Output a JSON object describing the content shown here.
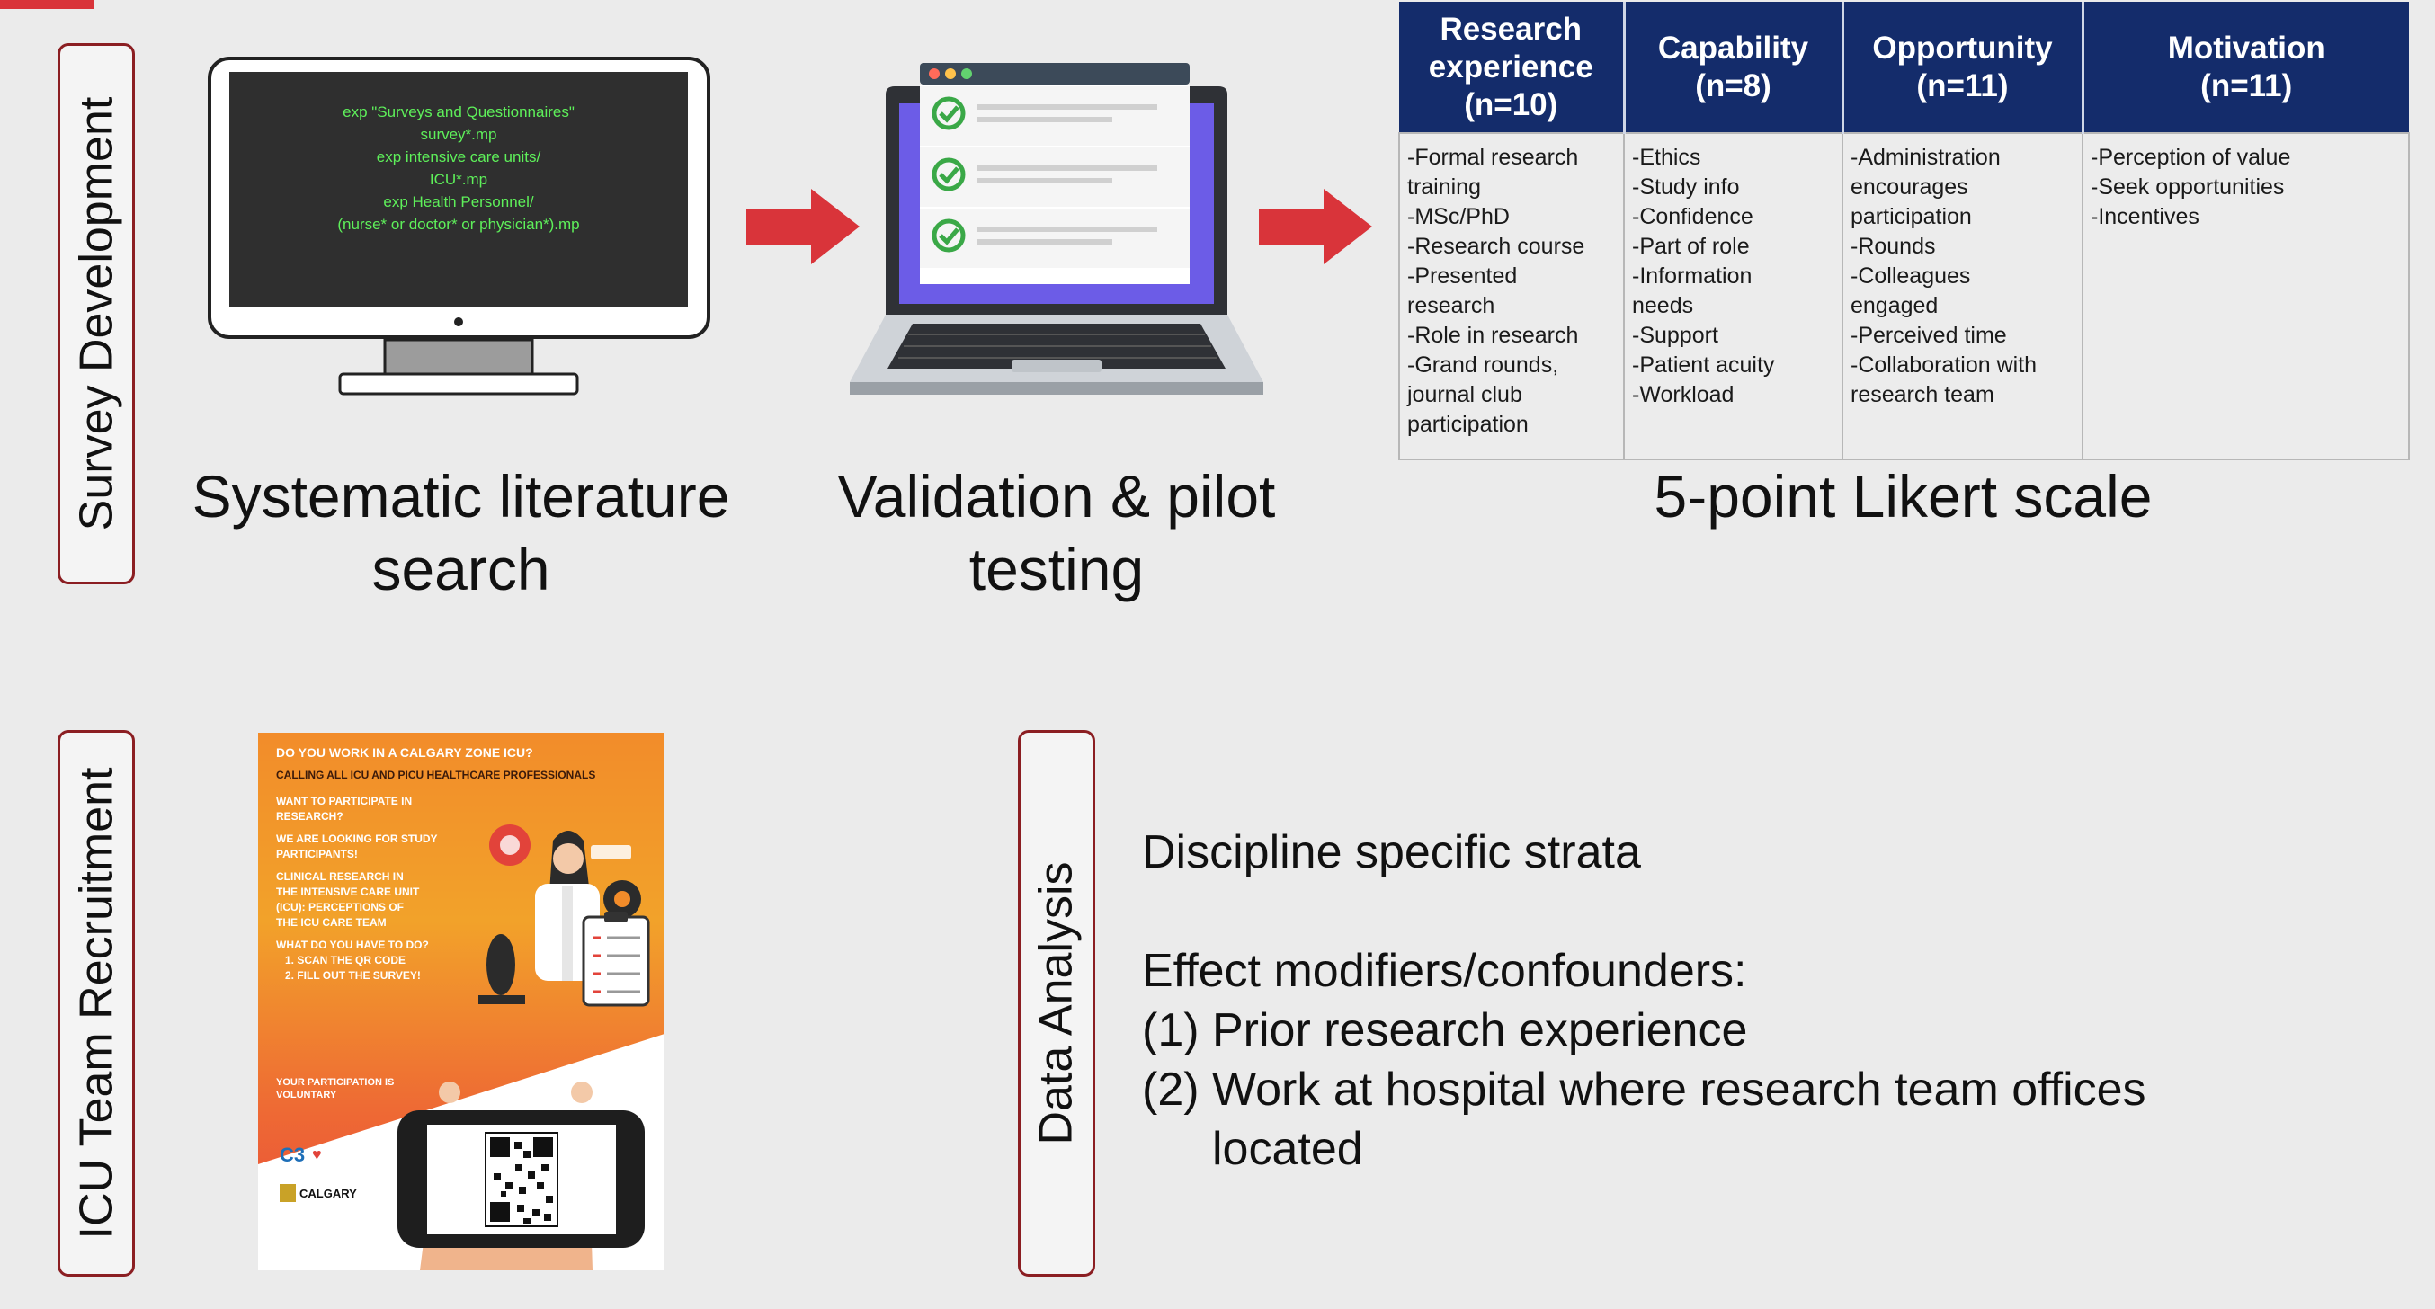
{
  "survey_section": {
    "side_label": "Survey Development",
    "step1": {
      "caption_lines": [
        "Systematic literature",
        "search"
      ],
      "screen_lines": [
        "exp \"Surveys and Questionnaires\"",
        "survey*.mp",
        "exp intensive care units/",
        "ICU*.mp",
        "exp Health Personnel/",
        "(nurse* or doctor* or physician*).mp"
      ]
    },
    "step2": {
      "caption_lines": [
        "Validation & pilot",
        "testing"
      ]
    },
    "step3": {
      "caption": "5-point Likert scale"
    },
    "table": {
      "headers": [
        [
          "Research",
          "experience",
          "(n=10)"
        ],
        [
          "Capability",
          "(n=8)"
        ],
        [
          "Opportunity",
          "(n=11)"
        ],
        [
          "Motivation",
          "(n=11)"
        ]
      ],
      "columns": [
        [
          "-Formal research",
          "training",
          "-MSc/PhD",
          "-Research course",
          "-Presented",
          "research",
          "-Role in research",
          "-Grand rounds,",
          "journal club",
          "participation"
        ],
        [
          "-Ethics",
          "-Study info",
          "-Confidence",
          "-Part of role",
          "-Information",
          "needs",
          "-Support",
          "-Patient acuity",
          "-Workload"
        ],
        [
          "-Administration",
          "encourages",
          "participation",
          "-Rounds",
          "-Colleagues",
          "engaged",
          "-Perceived time",
          "-Collaboration with",
          "research team"
        ],
        [
          "-Perception of value",
          "-Seek opportunities",
          "-Incentives"
        ]
      ]
    }
  },
  "recruitment_section": {
    "side_label": "ICU Team Recruitment",
    "poster": {
      "headline": "DO YOU WORK IN A CALGARY ZONE ICU?",
      "lines": [
        "CALLING ALL ICU AND PICU HEALTHCARE PROFESSIONALS",
        "WANT TO PARTICIPATE IN",
        "RESEARCH?",
        "WE ARE LOOKING FOR STUDY",
        "PARTICIPANTS!",
        "CLINICAL RESEARCH IN",
        "THE INTENSIVE CARE UNIT",
        "(ICU): PERCEPTIONS OF",
        "THE ICU CARE TEAM",
        "WHAT DO YOU HAVE TO DO?",
        "1. SCAN THE QR CODE",
        "2. FILL OUT THE SURVEY!"
      ],
      "footer_lines": [
        "YOUR PARTICIPATION IS",
        "VOLUNTARY"
      ],
      "logos": [
        "C3",
        "CALGARY"
      ]
    }
  },
  "analysis_section": {
    "side_label": "Data Analysis",
    "line1": "Discipline specific strata",
    "line2": "Effect modifiers/confounders:",
    "item1_num": "(1)",
    "item1_text": "Prior research experience",
    "item2_num": "(2)",
    "item2_text_l1": "Work at hospital where research team offices",
    "item2_text_l2": "located"
  },
  "colors": {
    "accent_red": "#d9343a",
    "header_navy": "#142c6b",
    "label_border": "#8b1e22",
    "check_green": "#3aa847",
    "laptop_purple": "#6c5ce7"
  }
}
